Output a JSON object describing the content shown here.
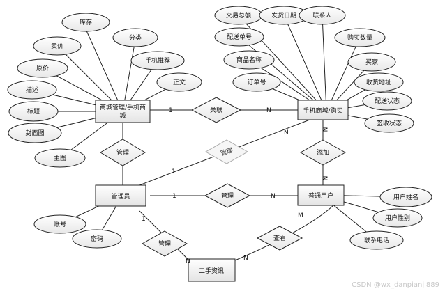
{
  "entities": {
    "mall_manage": {
      "line1": "商城管理/手机商",
      "line2": "城"
    },
    "mall_buy": "手机商城/购买",
    "admin": "管理员",
    "user": "普通用户",
    "news": "二手资讯"
  },
  "relationships": {
    "assoc": "关联",
    "manage_top": "管理",
    "manage_diag": "管理",
    "manage_mid": "管理",
    "manage_bottom": "管理",
    "add": "添加",
    "view": "查看"
  },
  "attributes": {
    "mall_manage": [
      "库存",
      "分类",
      "卖价",
      "手机推荐",
      "原价",
      "正文",
      "描述",
      "标题",
      "封面图",
      "主图"
    ],
    "mall_buy": [
      "交易总额",
      "发货日期",
      "联系人",
      "购买数量",
      "配送单号",
      "商品名称",
      "买家",
      "订单号",
      "收货地址",
      "配送状态",
      "签收状态"
    ],
    "admin": [
      "账号",
      "密码"
    ],
    "user": [
      "用户姓名",
      "用户性别",
      "联系电话"
    ]
  },
  "cardinalities": {
    "assoc_left": "1",
    "assoc_right": "N",
    "add_top": "N",
    "add_bottom": "N",
    "diag_admin": "1",
    "diag_buy": "N",
    "mid_admin": "1",
    "mid_user": "N",
    "admin_news": "1",
    "news_admin": "N",
    "news_user": "N",
    "user_news": "M"
  },
  "watermark": "CSDN @wx_danpianji889"
}
